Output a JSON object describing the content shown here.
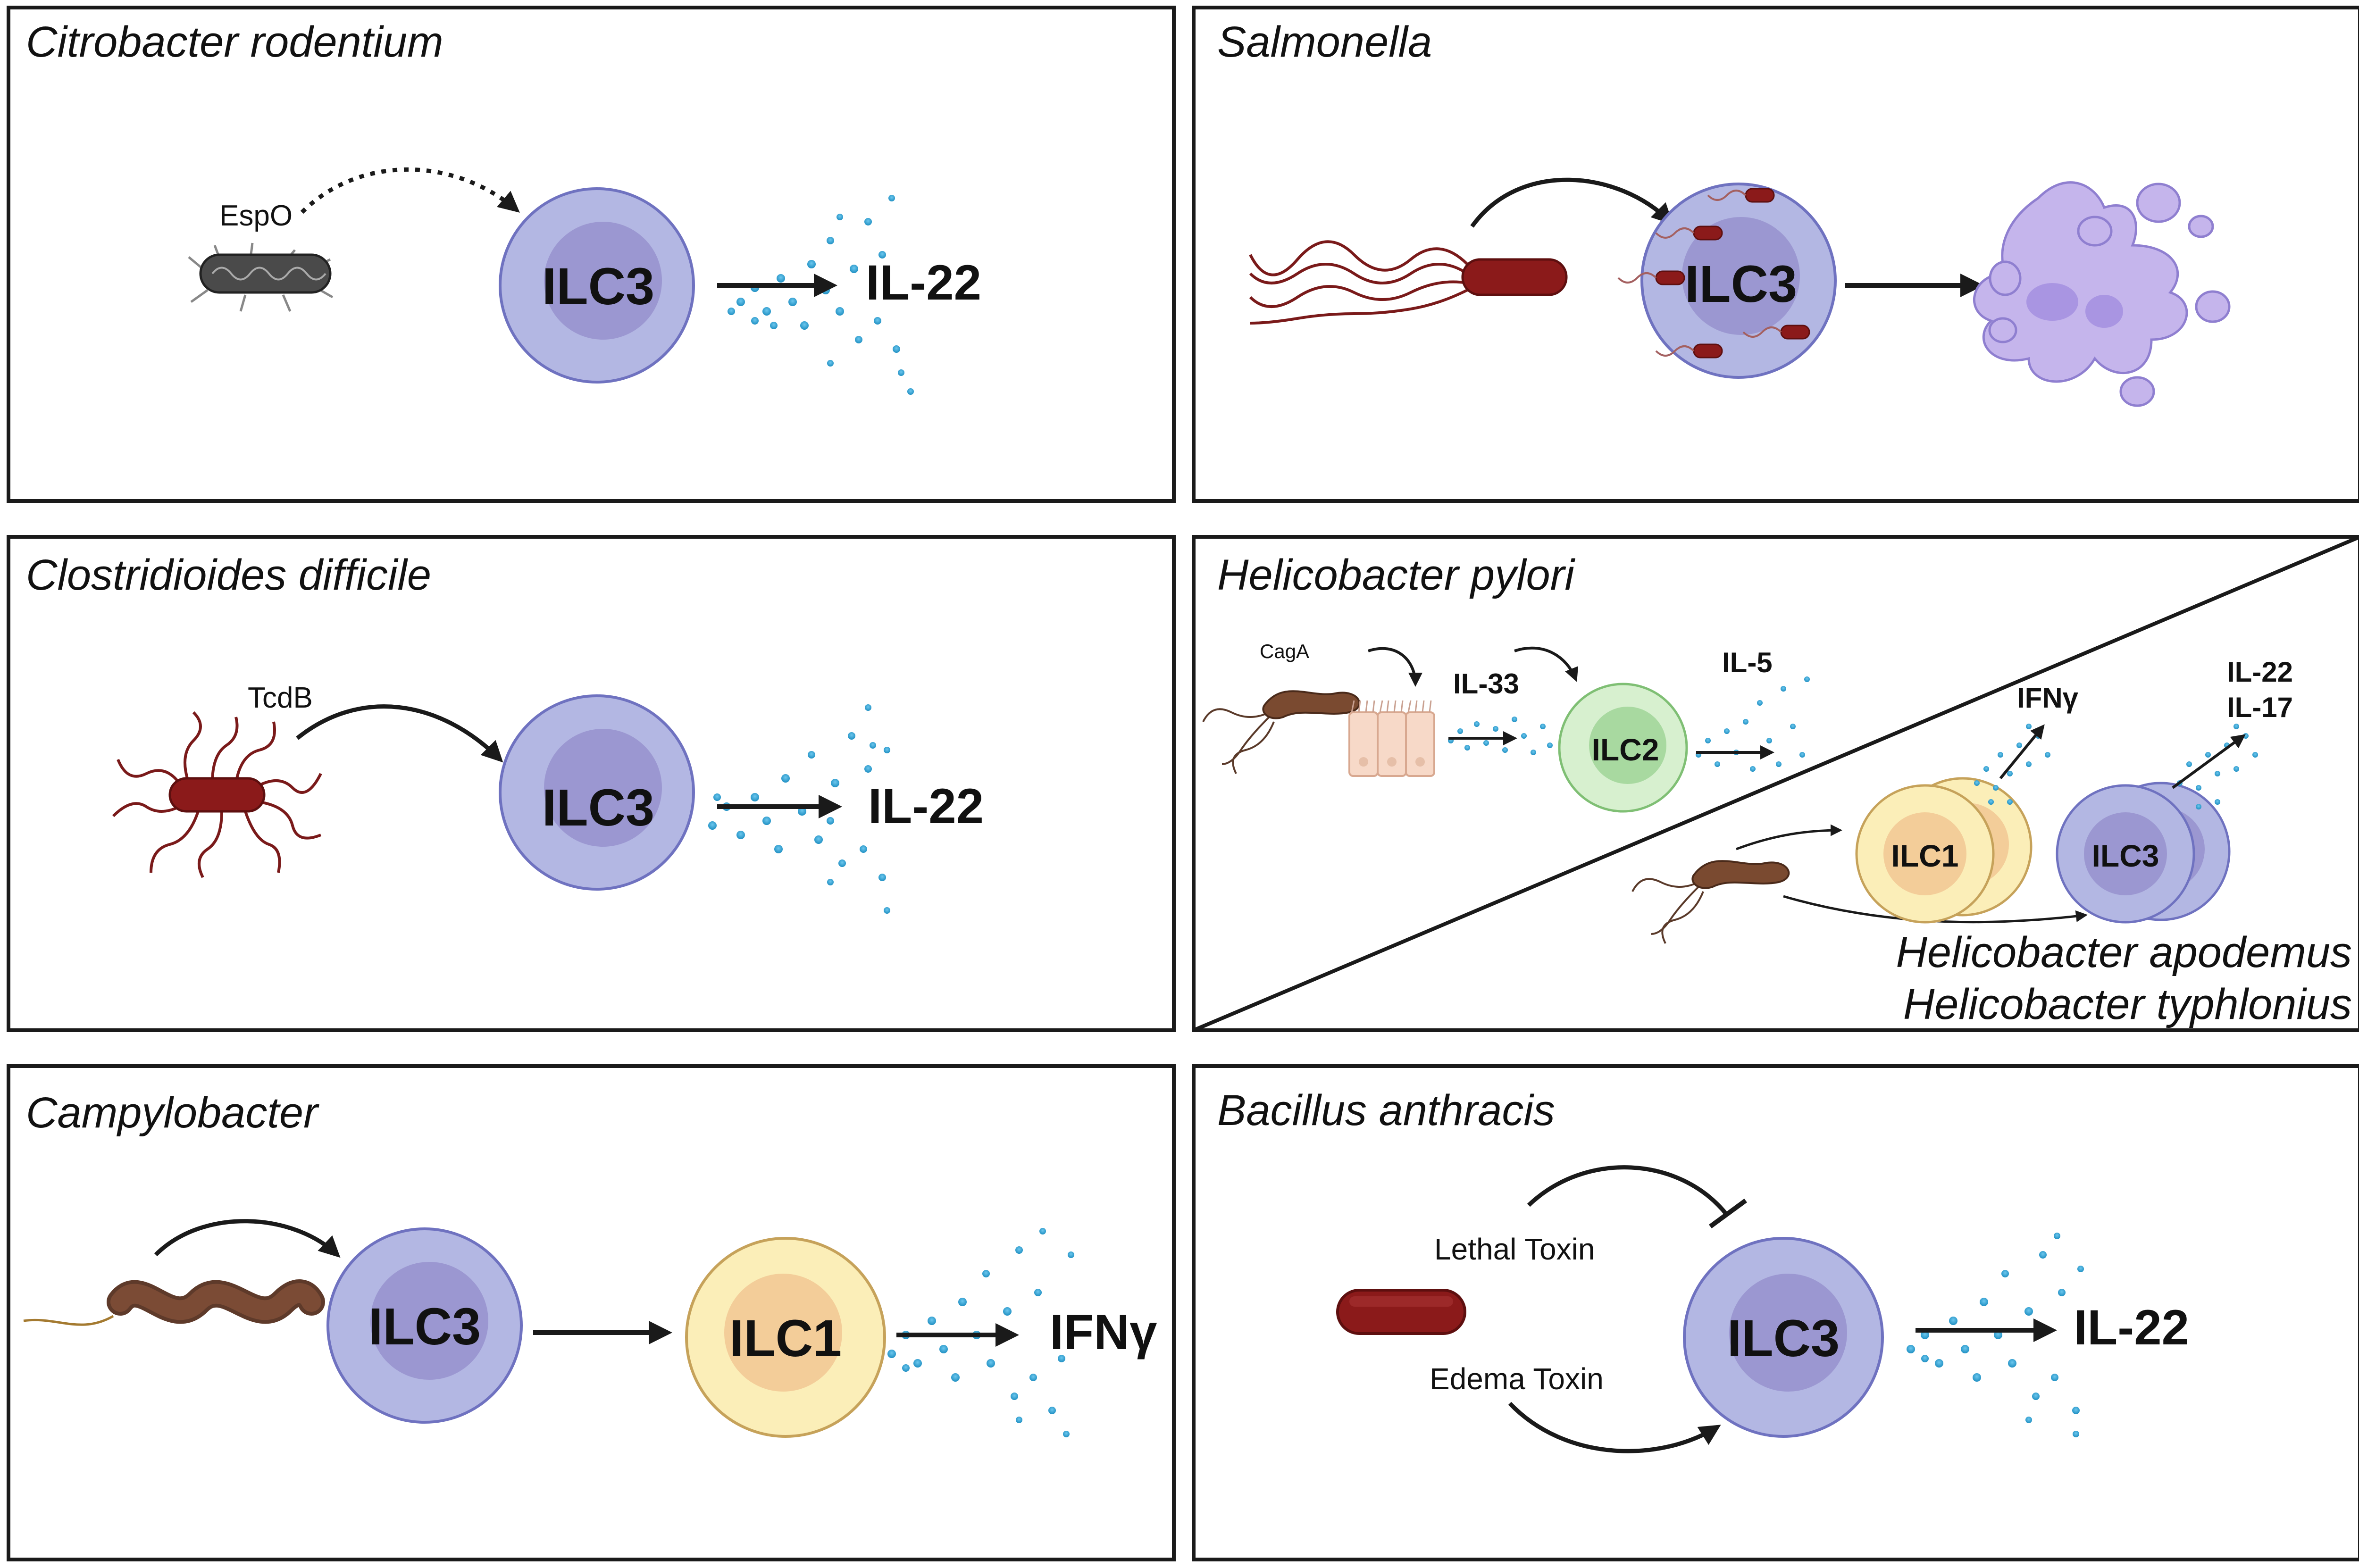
{
  "panels": {
    "citrobacter": {
      "title": "Citrobacter rodentium",
      "toxin": "EspO",
      "cell": "ILC3",
      "cytokine": "IL-22"
    },
    "salmonella": {
      "title": "Salmonella",
      "cell": "ILC3"
    },
    "cdifficile": {
      "title": "Clostridioides difficile",
      "toxin": "TcdB",
      "cell": "ILC3",
      "cytokine": "IL-22"
    },
    "hpylori": {
      "title": "Helicobacter pylori",
      "toxin": "CagA",
      "alarmin": "IL-33",
      "cell": "ILC2",
      "cytokine": "IL-5",
      "cell_ilc1": "ILC1",
      "cytokine_ilc1": "IFNγ",
      "cell_ilc3": "ILC3",
      "cytokine_ilc3_a": "IL-22",
      "cytokine_ilc3_b": "IL-17",
      "species_1": "Helicobacter apodemus",
      "species_2": "Helicobacter typhlonius"
    },
    "campylobacter": {
      "title": "Campylobacter",
      "cell_a": "ILC3",
      "cell_b": "ILC1",
      "cytokine": "IFNγ"
    },
    "anthracis": {
      "title": "Bacillus anthracis",
      "toxin_a": "Lethal Toxin",
      "toxin_b": "Edema Toxin",
      "cell": "ILC3",
      "cytokine": "IL-22"
    }
  },
  "colors": {
    "ilc3_outer": "#b3b7e3",
    "ilc3_inner": "#9b97d1",
    "ilc3_stroke": "#6f72c0",
    "ilc1_outer": "#fbeeb8",
    "ilc1_inner": "#f3cd99",
    "ilc1_stroke": "#c6a25a",
    "ilc2_outer": "#d7f0cf",
    "ilc2_inner": "#a8d9a0",
    "ilc2_stroke": "#7fbf74",
    "bacterium_red": "#8b1a1a",
    "bacterium_brown": "#6b3a2a",
    "macrophage": "#c5b5ec",
    "cytokine_dot": "#2b9fd0"
  }
}
